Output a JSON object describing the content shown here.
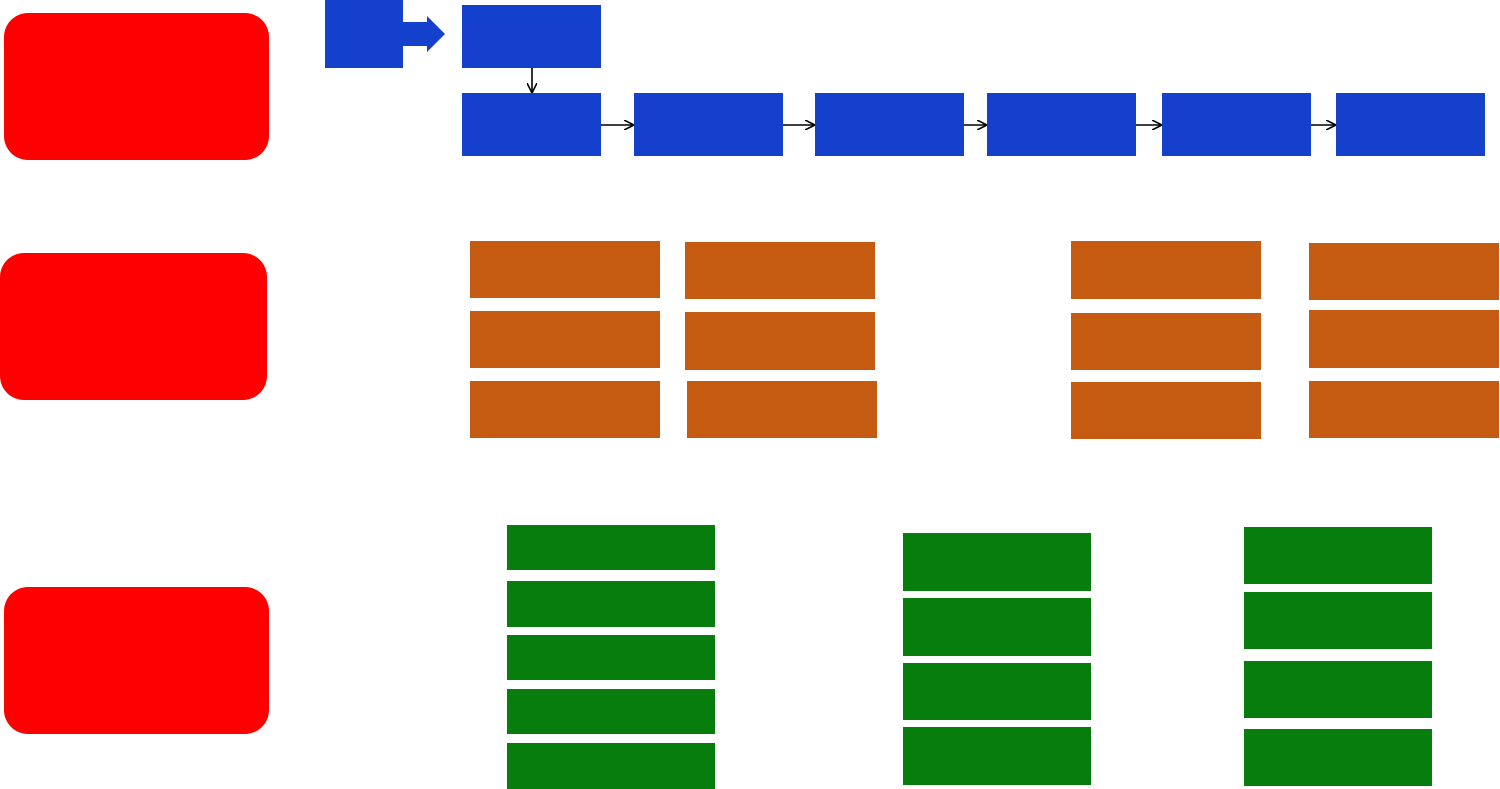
{
  "diagram": {
    "colors": {
      "red": "#ff0000",
      "blue": "#1540cc",
      "orange": "#c55a11",
      "green": "#077d0e",
      "connector": "#000000"
    },
    "rows": [
      {
        "name": "row-1",
        "label_box": {
          "text": ""
        },
        "blue_flow": {
          "start_node": {
            "text": ""
          },
          "top_node": {
            "text": ""
          },
          "chain_nodes": 6
        }
      },
      {
        "name": "row-2",
        "label_box": {
          "text": ""
        },
        "orange_stacks": {
          "count": 4,
          "blocks_per_stack": 3
        }
      },
      {
        "name": "row-3",
        "label_box": {
          "text": ""
        },
        "green_stacks": {
          "count": 3,
          "blocks_per_stack": [
            5,
            4,
            4
          ]
        }
      }
    ]
  }
}
